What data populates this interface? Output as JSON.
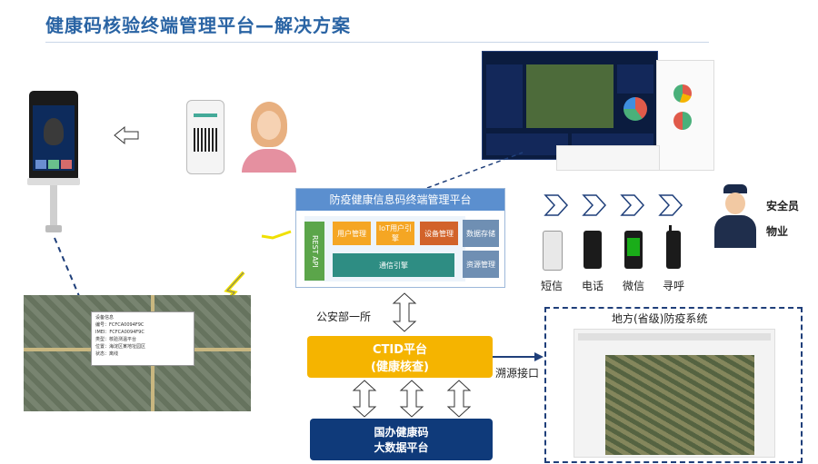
{
  "title": "健康码核验终端管理平台—解决方案",
  "mgmt": {
    "title": "防疫健康信息码终端管理平台",
    "rest_api": "REST API",
    "modules": [
      "用户管理",
      "IoT用户引擎",
      "设备管理",
      "数据存储",
      "通信引擎",
      "资源管理"
    ]
  },
  "labels": {
    "police": "公安部一所",
    "trace": "溯源接口",
    "security": "安全员",
    "property": "物业"
  },
  "ctid": {
    "line1": "CTID平台",
    "line2": "(健康核查)"
  },
  "national": {
    "line1": "国办健康码",
    "line2": "大数据平台"
  },
  "devices": [
    "短信",
    "电话",
    "微信",
    "寻呼"
  ],
  "local_system": {
    "title": "地方(省级)防疫系统"
  },
  "map_popup": {
    "lines": [
      "设备信息",
      "编号：FCFCA0094F9C",
      "IMEI：FCFCA0094F9C",
      "类型：核验测温平台",
      "位置：海淀区某地址园区",
      "状态：离线"
    ]
  },
  "colors": {
    "primary": "#2a64a4",
    "ctid": "#f5b400",
    "national": "#0f3a7a",
    "module_orange": "#f5a623",
    "module_dark_orange": "#d2632a",
    "module_slate": "#6f8fb3",
    "module_teal": "#2e8d83",
    "rest_green": "#5ba54a"
  }
}
